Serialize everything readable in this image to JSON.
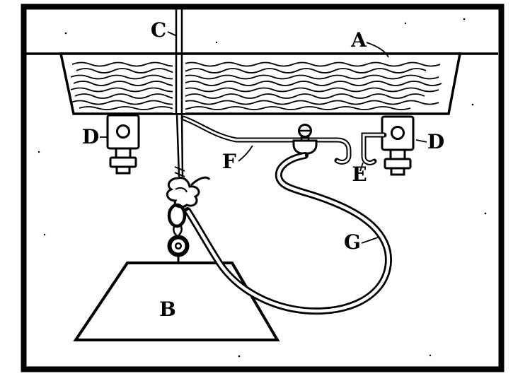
{
  "meta": {
    "figure_kind": "technical-line-diagram",
    "colors": {
      "ink": "#000000",
      "paper": "#ffffff"
    }
  },
  "labels": {
    "a": "A",
    "b": "B",
    "c": "C",
    "d_left": "D",
    "d_right": "D",
    "e": "E",
    "f": "F",
    "g": "G"
  }
}
